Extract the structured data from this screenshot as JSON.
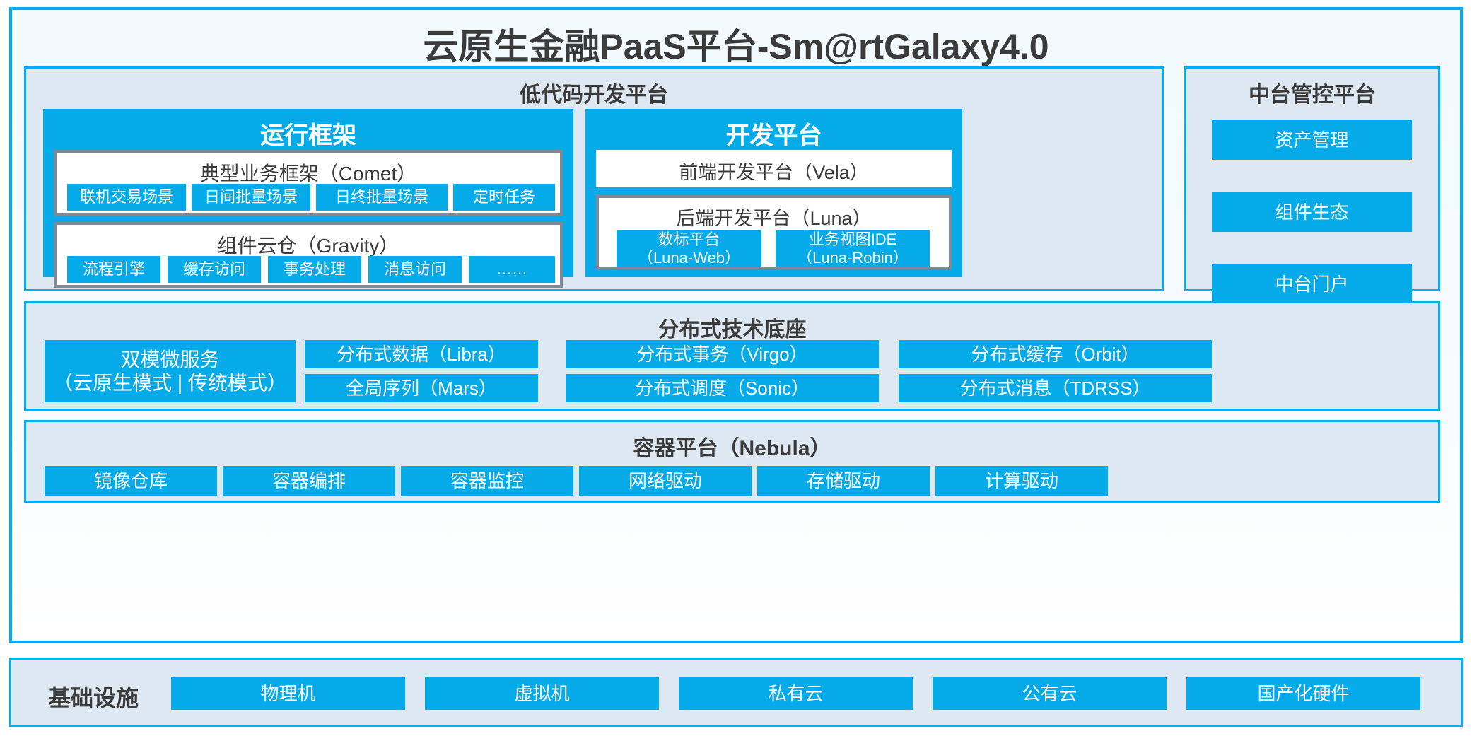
{
  "colors": {
    "accent_blue": "#00AEEF",
    "chip_blue": "#05ABE8",
    "section_bg": "#dee8f2",
    "card_border_gray": "#7f8896",
    "text_dark": "#3b3b3b",
    "panel_bg": "#f4fbfd"
  },
  "main": {
    "title": "云原生金融PaaS平台-Sm@rtGalaxy4.0"
  },
  "lowcode": {
    "title": "低代码开发平台",
    "runtime_framework": {
      "title": "运行框架",
      "comet": {
        "title": "典型业务框架（Comet）",
        "items": [
          "联机交易场景",
          "日间批量场景",
          "日终批量场景",
          "定时任务"
        ]
      },
      "gravity": {
        "title": "组件云仓（Gravity）",
        "items": [
          "流程引擎",
          "缓存访问",
          "事务处理",
          "消息访问",
          "……"
        ]
      }
    },
    "dev_platform": {
      "title": "开发平台",
      "frontend": {
        "title": "前端开发平台（Vela）"
      },
      "backend": {
        "title": "后端开发平台（Luna）",
        "items": [
          "数标平台\n（Luna-Web）",
          "业务视图IDE\n（Luna-Robin）"
        ]
      }
    }
  },
  "midoffice": {
    "title": "中台管控平台",
    "items": [
      "资产管理",
      "组件生态",
      "中台门户"
    ]
  },
  "tech_base": {
    "title": "分布式技术底座",
    "microservice": "双模微服务\n（云原生模式 | 传统模式）",
    "grid": [
      [
        "分布式数据（Libra）",
        "分布式事务（Virgo）",
        "分布式缓存（Orbit）"
      ],
      [
        "全局序列（Mars）",
        "分布式调度（Sonic）",
        "分布式消息（TDRSS）"
      ]
    ]
  },
  "container": {
    "title": "容器平台（Nebula）",
    "items": [
      "镜像仓库",
      "容器编排",
      "容器监控",
      "网络驱动",
      "存储驱动",
      "计算驱动"
    ]
  },
  "infrastructure": {
    "label": "基础设施",
    "items": [
      "物理机",
      "虚拟机",
      "私有云",
      "公有云",
      "国产化硬件"
    ]
  }
}
